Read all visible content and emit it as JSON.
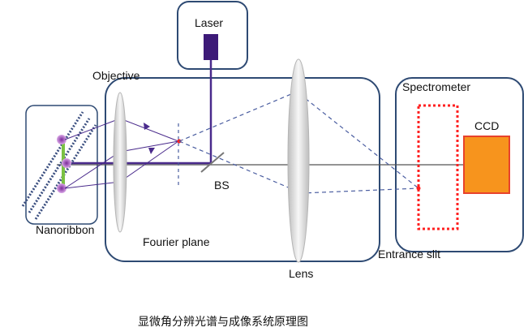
{
  "labels": {
    "laser": "Laser",
    "objective": "Objective",
    "spectrometer": "Spectrometer",
    "ccd": "CCD",
    "nanoribbon": "Nanoribbon",
    "fourier_plane": "Fourier plane",
    "bs": "BS",
    "lens": "Lens",
    "entrance_slit": "Entrance slit"
  },
  "caption": "显微角分辨光谱与成像系统原理图",
  "colors": {
    "box_stroke": "#2e4a73",
    "beam": "#4a2b8c",
    "laser_block": "#3d1a78",
    "ccd_fill": "#f7941d",
    "ccd_stroke": "#e8422c",
    "slit": "#ff2020",
    "emitter": "#c070d0",
    "ribbon": "#7ac143",
    "lens_fill": "#e6e6e6",
    "optical_axis": "#555555"
  }
}
